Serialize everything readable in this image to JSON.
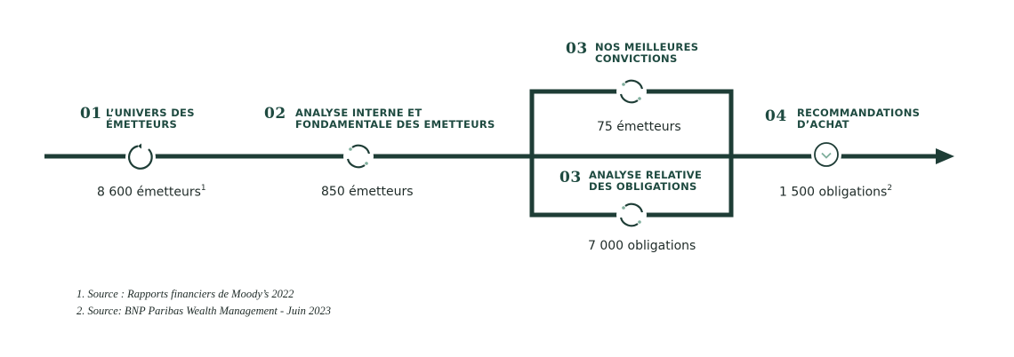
{
  "steps": [
    {
      "number": "01",
      "title": "L’UNIVERS DES\nÉMETTEURS",
      "count": "8 600 émetteurs",
      "note": "1"
    },
    {
      "number": "02",
      "title": "ANALYSE INTERNE ET\nFONDAMENTALE DES EMETTEURS",
      "count": "850 émetteurs"
    },
    {
      "number": "03",
      "title": "NOS MEILLEURES\nCONVICTIONS",
      "count": "75 émetteurs"
    },
    {
      "number": "03",
      "title": "ANALYSE  RELATIVE\nDES OBLIGATIONS",
      "count": "7 000 obligations"
    },
    {
      "number": "04",
      "title": "RECOMMANDATIONS\nD’ACHAT",
      "count": "1 500 obligations",
      "note": "2"
    }
  ],
  "footnotes": [
    "1. Source : Rapports financiers de Moody’s  2022",
    "2. Source: BNP Paribas Wealth Management - Juin 2023"
  ],
  "colors": {
    "primary": "#1e3d36",
    "accent": "#7fae9c",
    "text": "#1f2b28"
  },
  "icons": [
    "circular-arrows-icon",
    "chevron-down-icon",
    "arrowhead-icon"
  ]
}
